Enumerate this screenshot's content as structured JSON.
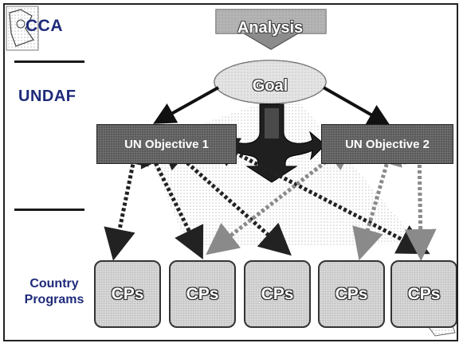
{
  "side_labels": {
    "cca": "CCA",
    "undaf": "UNDAF",
    "country_line1": "Country",
    "country_line2": "Programs"
  },
  "analysis": {
    "label": "Analysis"
  },
  "goal": {
    "label": "Goal"
  },
  "objectives": [
    {
      "label": "UN Objective 1"
    },
    {
      "label": "UN Objective 2"
    }
  ],
  "country_programs": [
    {
      "label": "CPs"
    },
    {
      "label": "CPs"
    },
    {
      "label": "CPs"
    },
    {
      "label": "CPs"
    },
    {
      "label": "CPs"
    }
  ],
  "colors": {
    "label_blue": "#1e2a7a",
    "box_gray": "#5a5a5a",
    "cp_fill": "#d9d9d9",
    "arrow_dark": "#222222",
    "arrow_light": "#8a8a8a"
  }
}
